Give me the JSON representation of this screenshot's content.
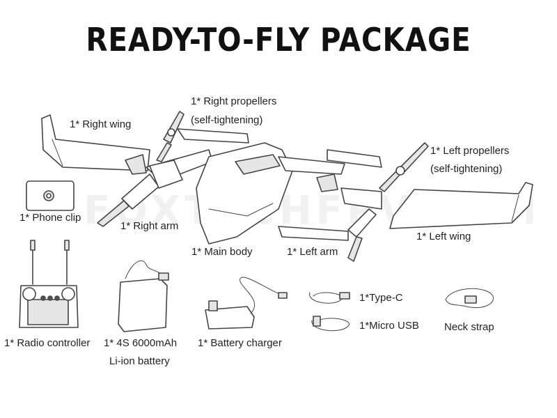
{
  "title": "READY-TO-FLY PACKAGE",
  "watermark": "FOXTECHFPV.COM",
  "items": {
    "right_propellers_line1": "1* Right propellers",
    "right_propellers_line2": "(self-tightening)",
    "right_wing": "1* Right wing",
    "left_propellers_line1": "1* Left propellers",
    "left_propellers_line2": "(self-tightening)",
    "phone_clip": "1* Phone clip",
    "right_arm": "1* Right arm",
    "left_wing": "1* Left wing",
    "main_body": "1* Main body",
    "left_arm": "1* Left arm",
    "type_c": "1*Type-C",
    "micro_usb": "1*Micro USB",
    "neck_strap": "Neck strap",
    "radio_controller": "1* Radio controller",
    "battery_line1": "1* 4S 6000mAh",
    "battery_line2": "Li-ion battery",
    "battery_charger": "1* Battery charger"
  }
}
